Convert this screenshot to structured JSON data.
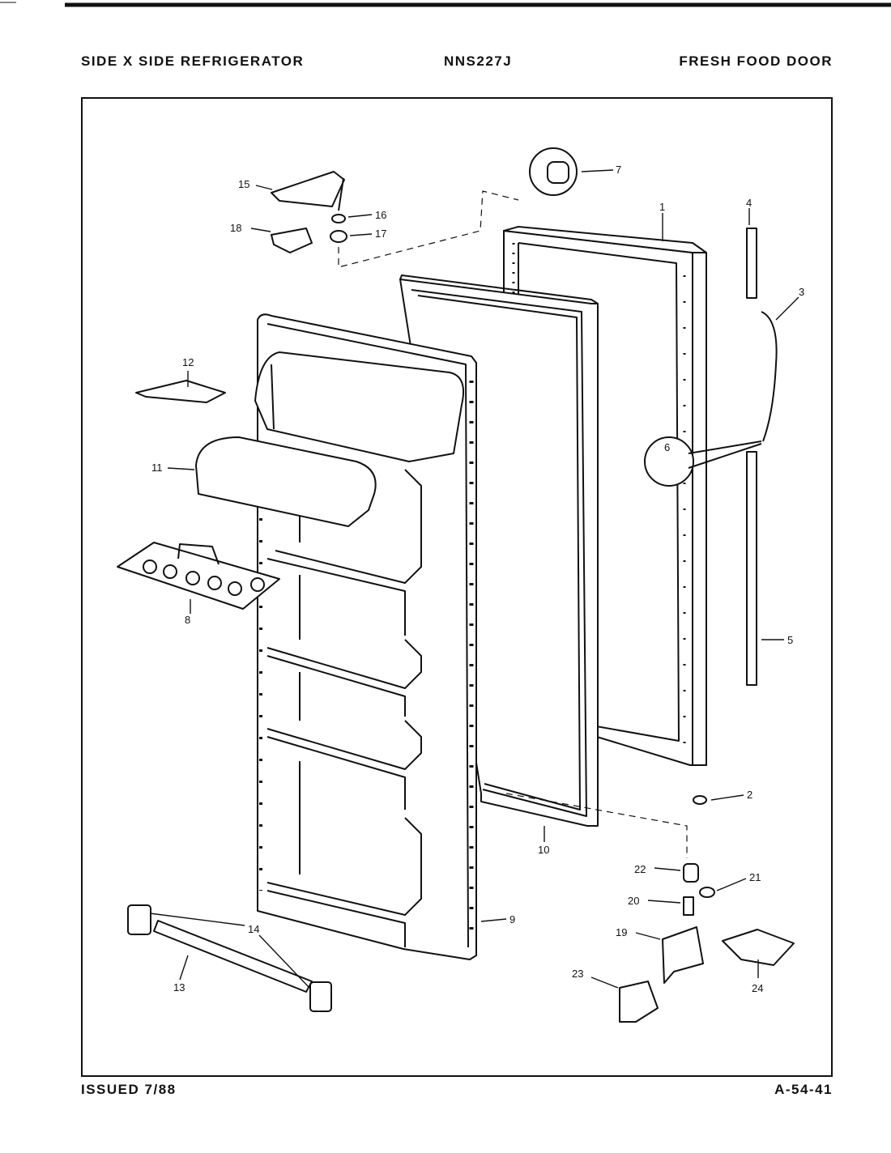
{
  "header": {
    "left": "SIDE X SIDE REFRIGERATOR",
    "center": "NNS227J",
    "right": "FRESH FOOD DOOR"
  },
  "footer": {
    "issued": "ISSUED 7/88",
    "code": "A-54-41"
  },
  "callouts": [
    "1",
    "2",
    "3",
    "4",
    "5",
    "6",
    "7",
    "8",
    "9",
    "10",
    "11",
    "12",
    "13",
    "14",
    "15",
    "16",
    "17",
    "18",
    "19",
    "20",
    "21",
    "22",
    "23",
    "24"
  ]
}
